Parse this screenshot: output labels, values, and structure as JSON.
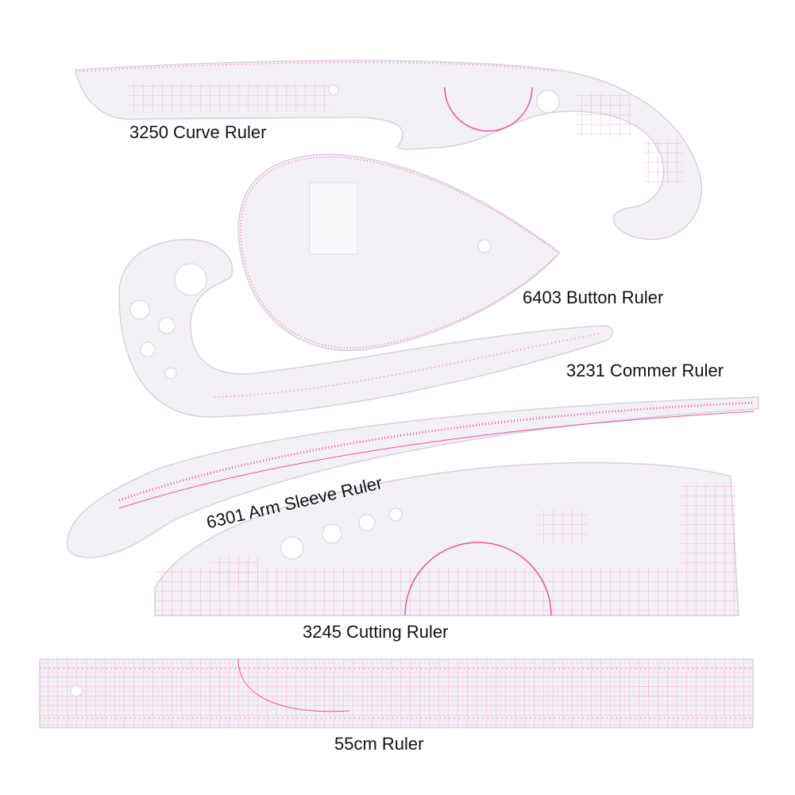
{
  "captions": {
    "curve_ruler": "3250 Curve Ruler",
    "button_ruler": "6403 Button Ruler",
    "commer_ruler": "3231 Commer Ruler",
    "arm_sleeve_ruler": "6301 Arm Sleeve Ruler",
    "cutting_ruler": "3245 Cutting Ruler",
    "ruler_55cm": "55cm Ruler"
  },
  "colors": {
    "background": "#ffffff",
    "ruler_fill": "#f3f0f6",
    "ruler_edge": "#d9cfe0",
    "marking_pink": "#e0559a",
    "grid_pink": "#ef9cc4",
    "caption_text": "#111111"
  }
}
